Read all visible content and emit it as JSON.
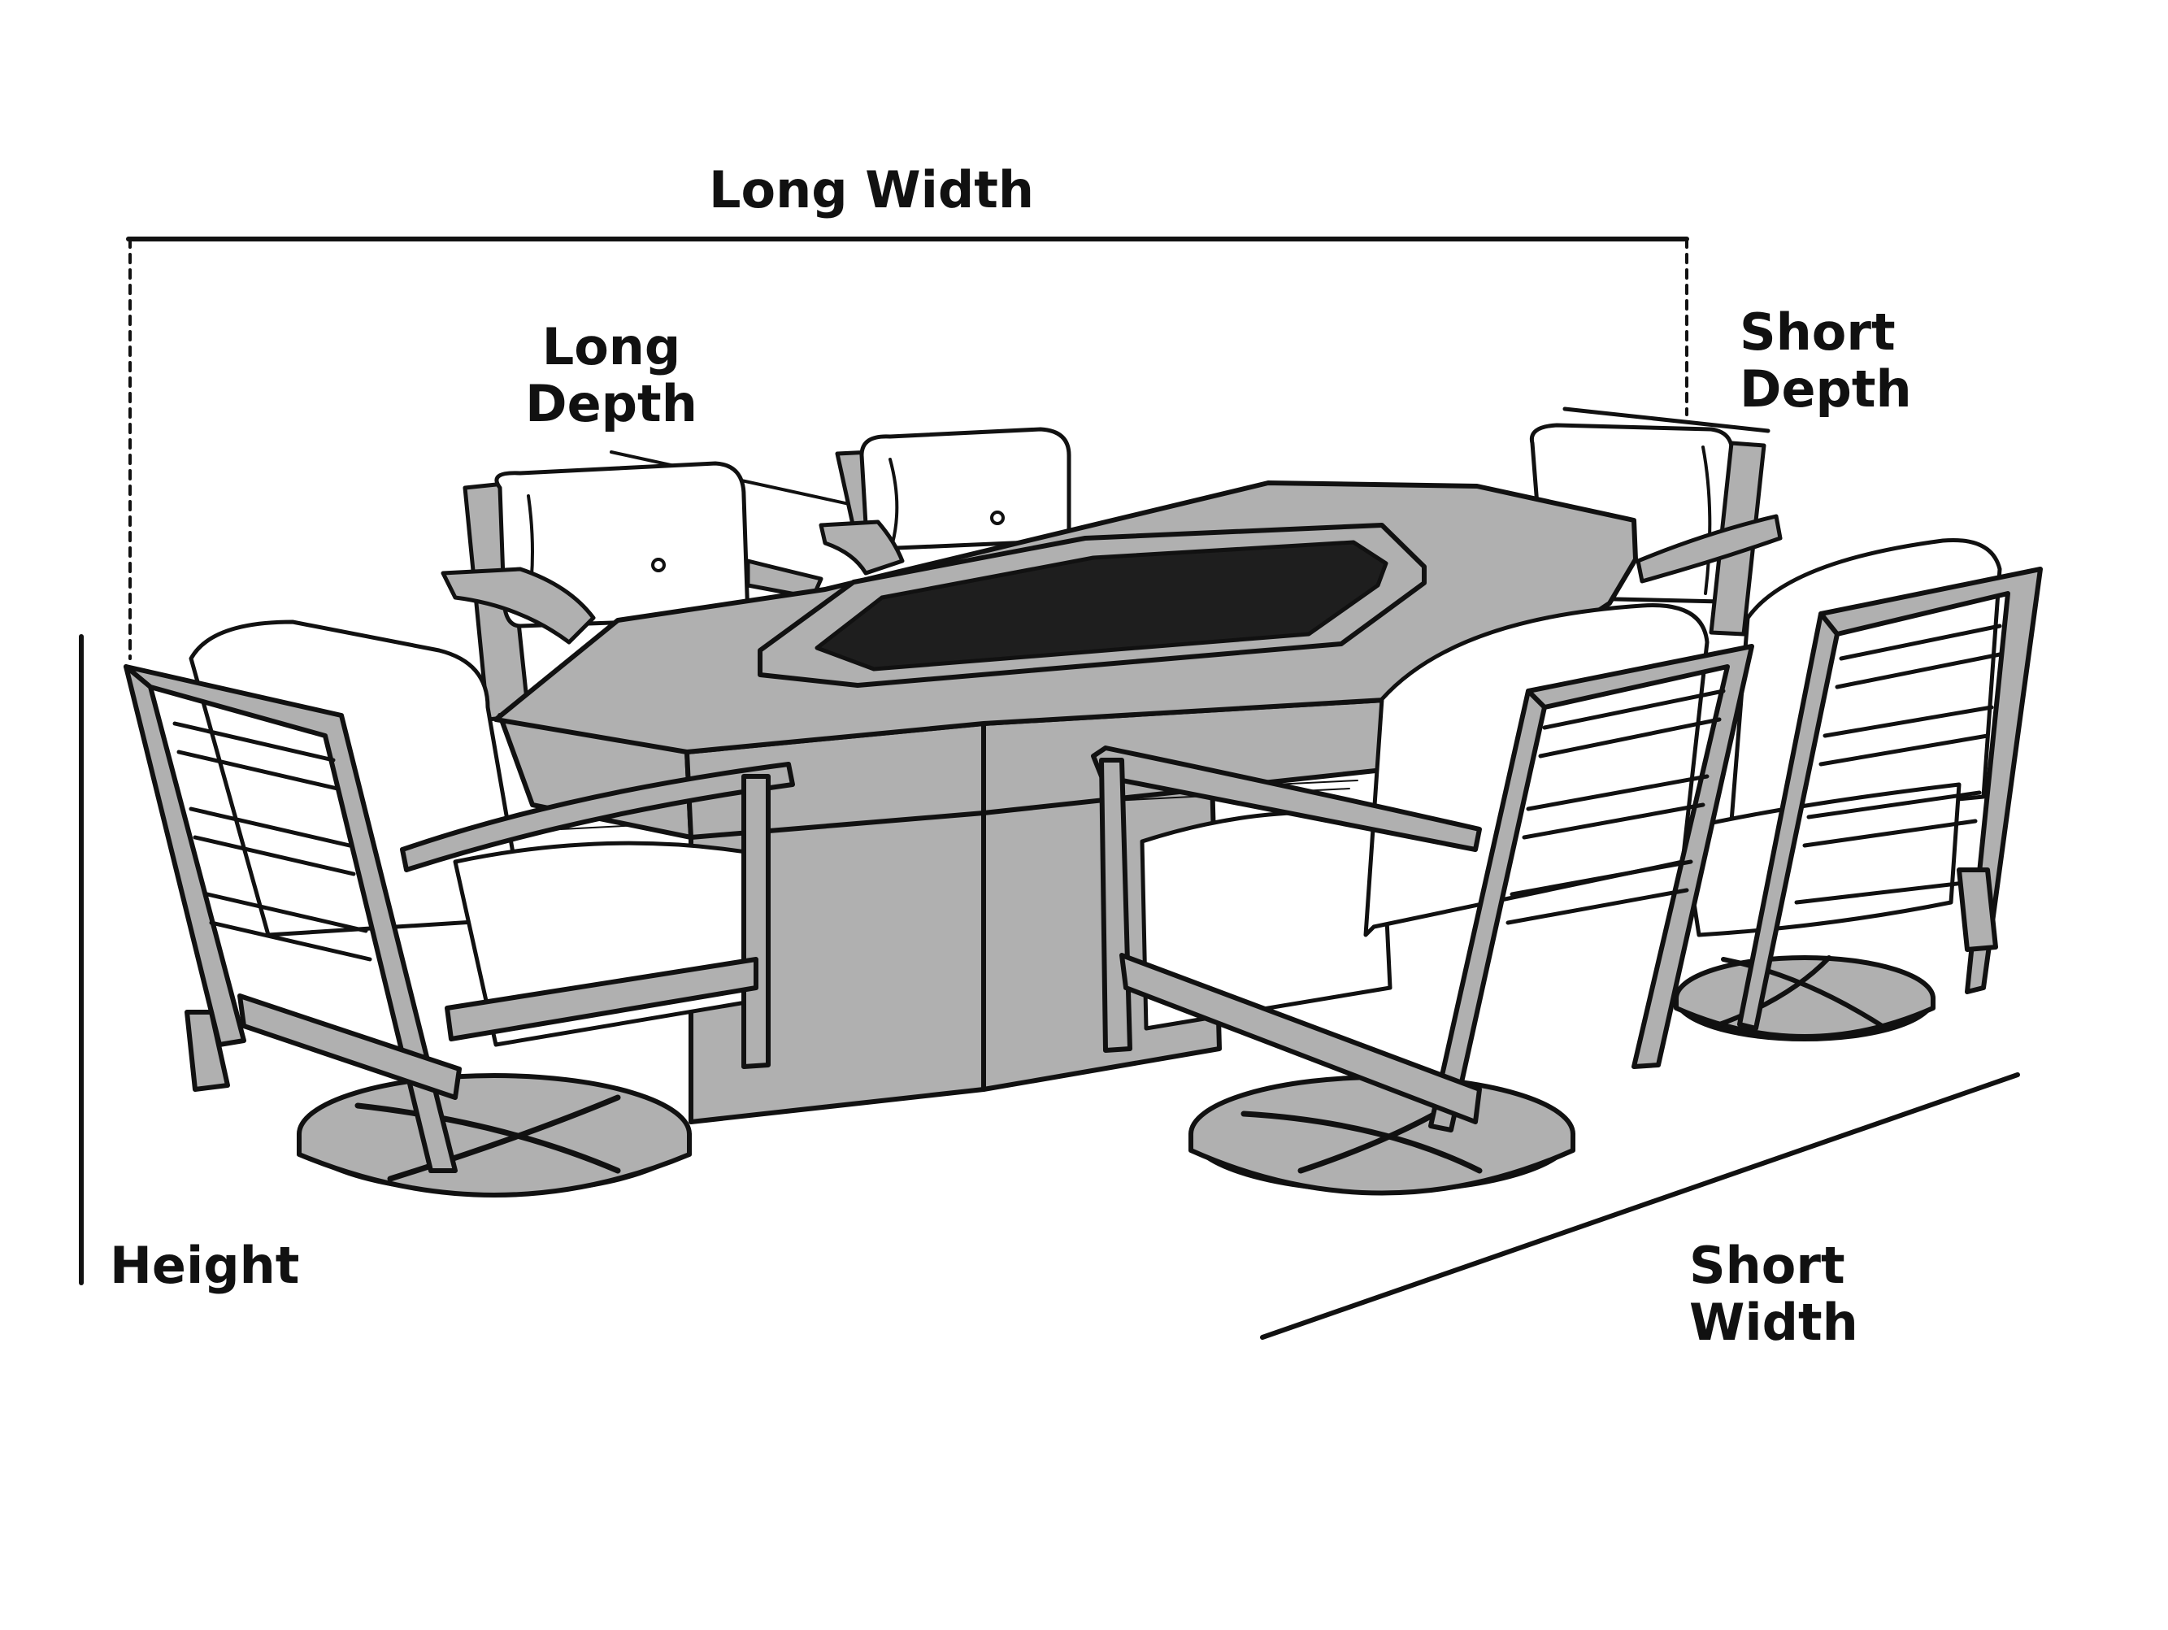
{
  "labels": {
    "long_width": "Long Width",
    "long_depth_1": "Long",
    "long_depth_2": "Depth",
    "short_depth_1": "Short",
    "short_depth_2": "Depth",
    "height": "Height",
    "short_width_1": "Short",
    "short_width_2": "Width"
  },
  "colors": {
    "ink": "#111111",
    "furniture_grey": "#b0b0b0",
    "fire_pit_dark": "#1e1e1e",
    "cushion": "#ffffff",
    "background": "#ffffff"
  },
  "icons": {
    "subject": "fire-pit-dining-set-illustration"
  }
}
